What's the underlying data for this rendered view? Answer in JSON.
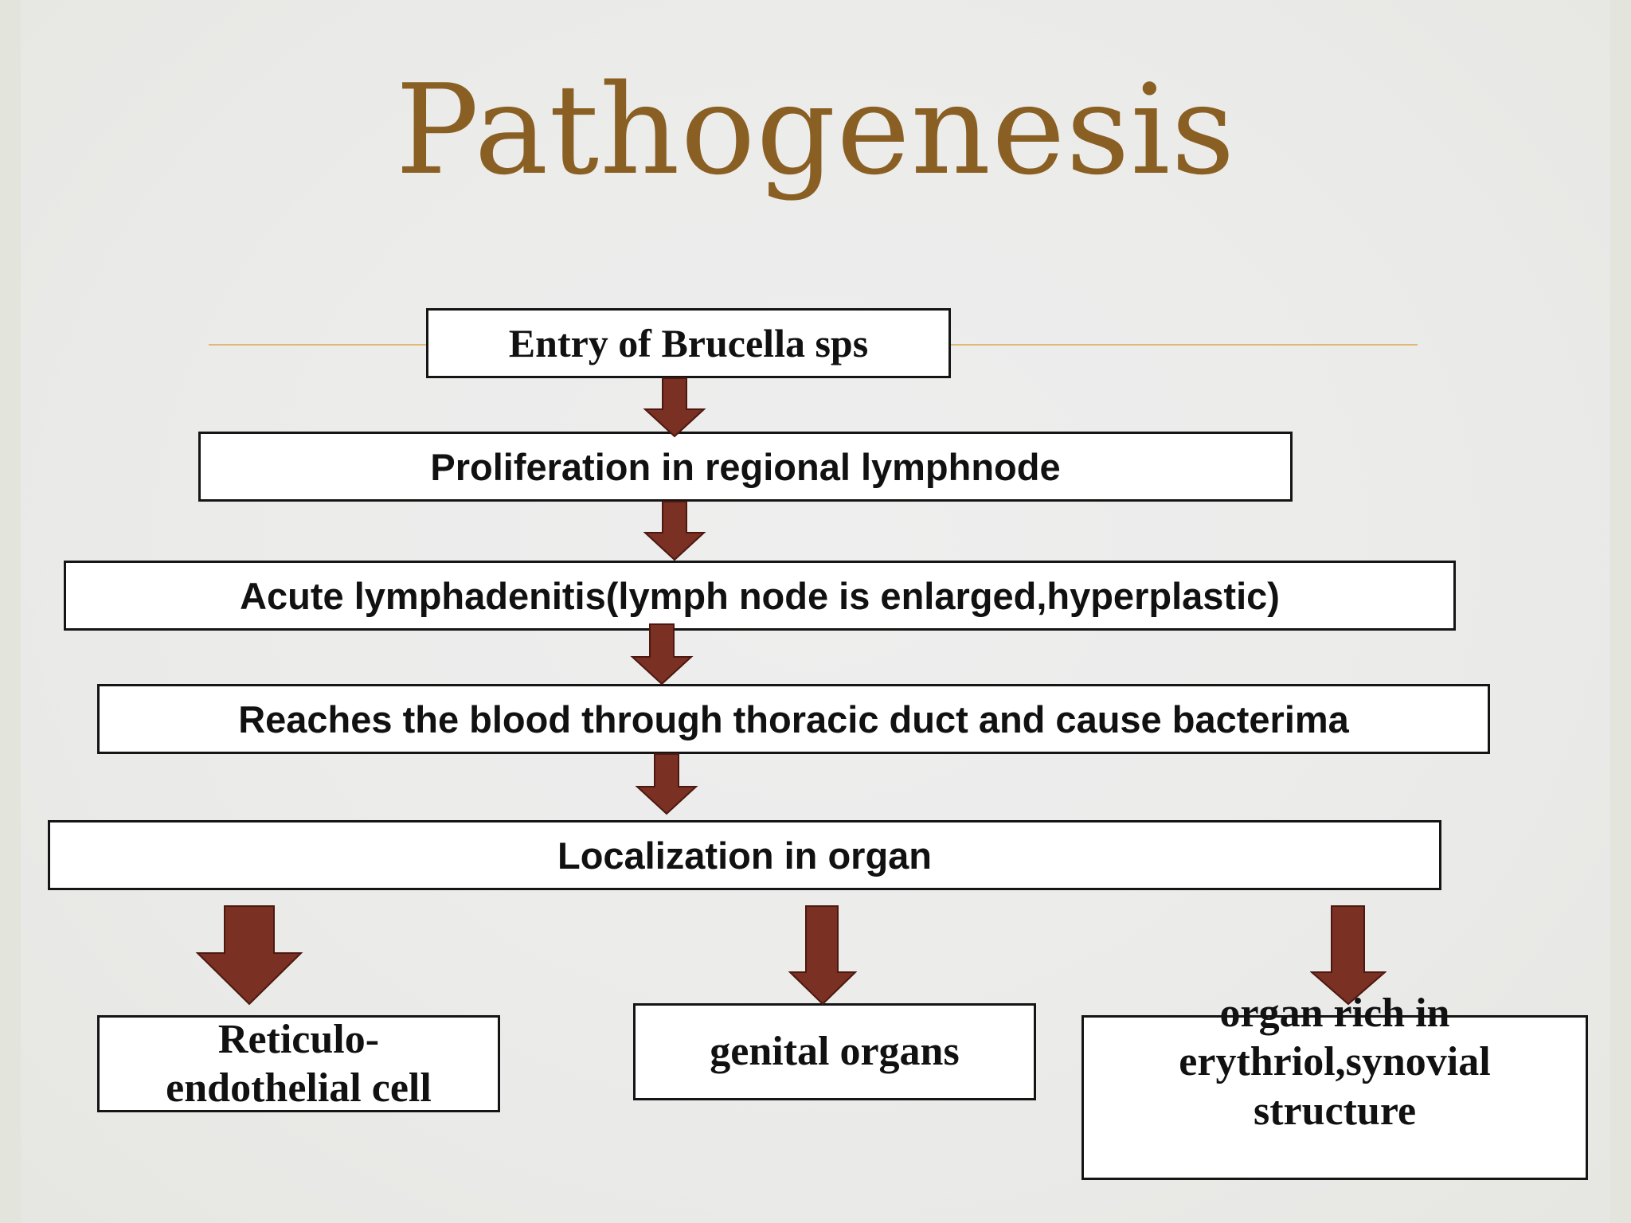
{
  "title": "Pathogenesis",
  "colors": {
    "title": "#8a5f23",
    "arrow": "#7a3022",
    "accent_rule": "#e0b978",
    "box_border": "#151515"
  },
  "steps": [
    "Entry of Brucella sps",
    "Proliferation in regional lymphnode",
    "Acute lymphadenitis(lymph node is enlarged,hyperplastic)",
    "Reaches the blood through thoracic duct and cause bacterima",
    "Localization in organ"
  ],
  "targets": {
    "reticulo_line1": "Reticulo-",
    "reticulo_line2": "endothelial cell",
    "genital": "genital organs",
    "erythriol_line1": "organ rich in",
    "erythriol_line2": "erythriol,synovial",
    "erythriol_line3": "structure"
  }
}
